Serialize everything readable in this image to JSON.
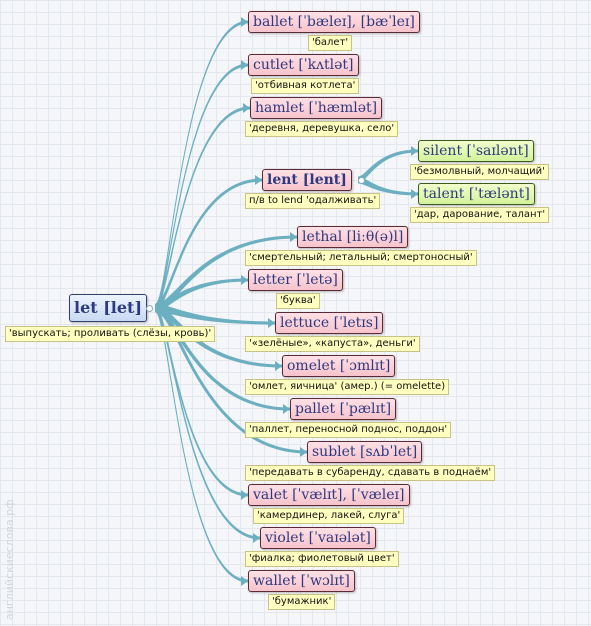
{
  "root": {
    "word": "let [let]",
    "translation": "'выпускать; проливать (слёзы, кровь)'"
  },
  "words": [
    {
      "word": "ballet [ˈbæleɪ], [bæˈleɪ]",
      "translation": "'балет'"
    },
    {
      "word": "cutlet [ˈkʌtlət]",
      "translation": "'отбивная котлета'"
    },
    {
      "word": "hamlet [ˈhæmlət]",
      "translation": "'деревня, деревушка, село'"
    },
    {
      "word": "lent [lent]",
      "translation": "п/в to lend 'одалживать'"
    },
    {
      "word": "lethal [liːθ(ə)l]",
      "translation": "'смертельный; летальный; смертоносный'"
    },
    {
      "word": "letter [ˈletə]",
      "translation": "'буква'"
    },
    {
      "word": "lettuce [ˈletɪs]",
      "translation": "'«зелёные», «капуста», деньги'"
    },
    {
      "word": "omelet [ˈɔmlɪt]",
      "translation": "'омлет, яичница' (амер.) (= omelette)"
    },
    {
      "word": "pallet [ˈpælɪt]",
      "translation": "'паллет, переносной поднос, поддон'"
    },
    {
      "word": "sublet [sʌbˈlet]",
      "translation": "'передавать в субаренду, сдавать в поднаём'"
    },
    {
      "word": "valet [ˈvælɪt], [ˈvæleɪ]",
      "translation": "'камердинер, лакей, слуга'"
    },
    {
      "word": "violet [ˈvaɪələt]",
      "translation": "'фиалка; фиолетовый цвет'"
    },
    {
      "word": "wallet [ˈwɔlɪt]",
      "translation": "'бумажник'"
    }
  ],
  "sub_words": [
    {
      "word": "silent [ˈsaɪlənt]",
      "translation": "'безмолвный, молчащий'"
    },
    {
      "word": "talent [ˈtælənt]",
      "translation": "'дар, дарование, талант'"
    }
  ],
  "watermark": "английскиеслова.рф",
  "colors": {
    "connector": "#6bafc0",
    "word_node": "#f9cdd4",
    "sub_node": "#dff5ae",
    "root_node": "#d6e3f7",
    "translation_bg": "#ffffbf"
  }
}
